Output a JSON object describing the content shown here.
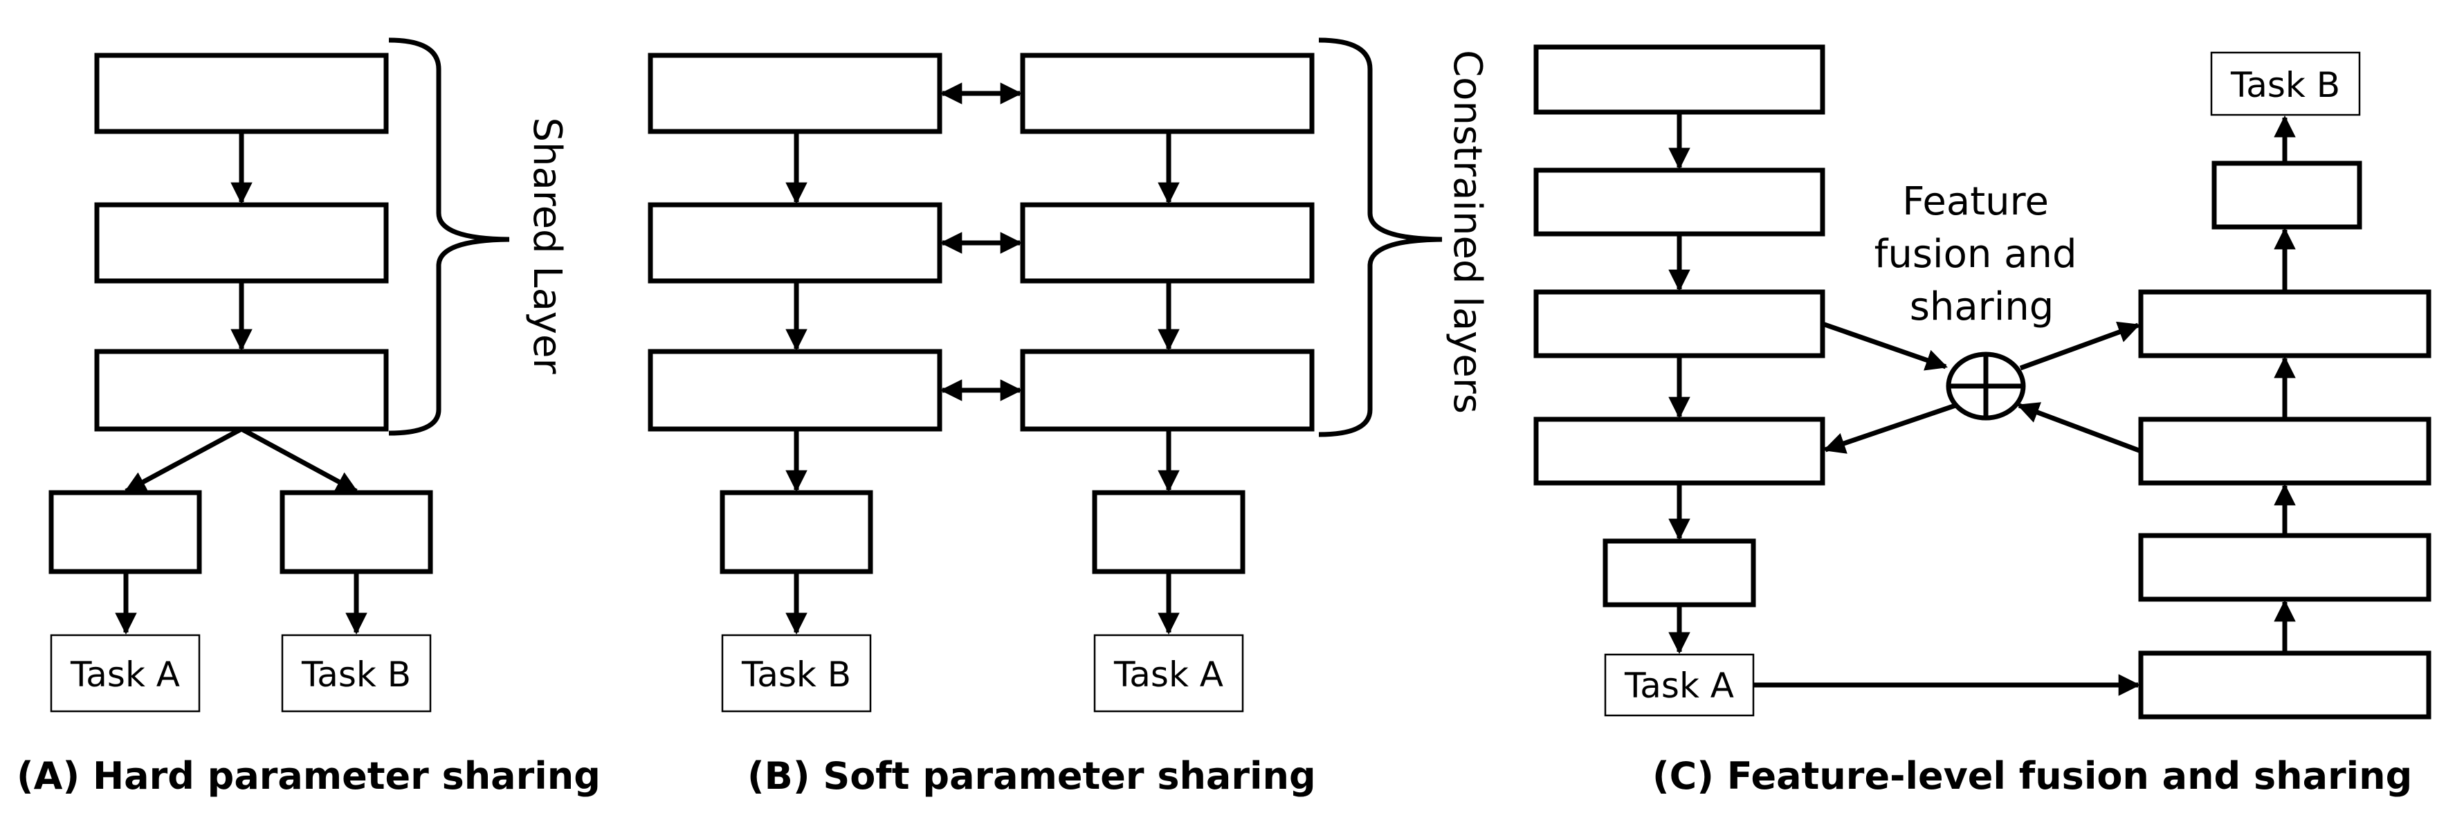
{
  "panel_a": {
    "caption": "(A) Hard parameter sharing",
    "shared_label": "Shared Layer",
    "task_left": "Task A",
    "task_right": "Task B"
  },
  "panel_b": {
    "caption": "(B) Soft parameter sharing",
    "constrained_label": "Constrained layers",
    "task_left": "Task B",
    "task_right": "Task A"
  },
  "panel_c": {
    "caption": "(C) Feature-level fusion and sharing",
    "fusion_label": [
      "Feature",
      "fusion and",
      "sharing"
    ],
    "task_left": "Task A",
    "task_right": "Task B"
  }
}
